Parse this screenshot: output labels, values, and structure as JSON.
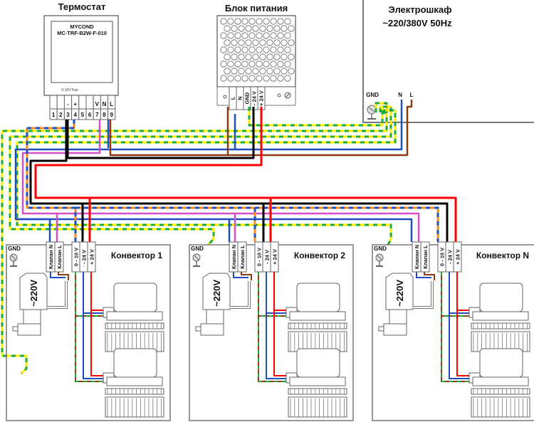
{
  "title": "Схема подключения конвекторов",
  "colors": {
    "brown": "#8b3a12",
    "blue": "#1f4fbf",
    "black": "#000000",
    "red": "#ff0000",
    "magenta": "#d24fc4",
    "orange": "#ff8c1a",
    "yellow": "#ffee00",
    "green": "#1faa3a",
    "outline": "#555555"
  },
  "thermostat": {
    "title": "Термостат",
    "brand": "MYCOND",
    "model": "MC-TRF-B2W-F-010",
    "fan_label": "0-10V Fan",
    "terminal_marks": [
      "",
      "",
      "-",
      "+",
      "",
      "",
      "V",
      "N",
      "L"
    ],
    "terminal_numbers": [
      "1",
      "2",
      "3",
      "4",
      "5",
      "6",
      "7",
      "8",
      "9"
    ]
  },
  "power_supply": {
    "title": "Блок питания",
    "terminals": [
      "L",
      "N",
      "GND",
      "- 24 V",
      "+ 24 V"
    ]
  },
  "cabinet": {
    "title": "Электрошкаф",
    "voltage": "~220/380V 50Hz",
    "terminals": [
      "GND",
      "N",
      "L"
    ]
  },
  "convectors": [
    {
      "title": "Конвектор 1",
      "gnd": "GND",
      "valve_n": "Клапан N",
      "valve_l": "Клапан L",
      "t_signal": "0 - 10 V",
      "t_minus": "- 24 V",
      "t_plus": "+ 24 V",
      "valve_voltage": "~220V"
    },
    {
      "title": "Конвектор 2",
      "gnd": "GND",
      "valve_n": "Клапан N",
      "valve_l": "Клапан L",
      "t_signal": "0 - 10 V",
      "t_minus": "- 24 V",
      "t_plus": "+ 24 V",
      "valve_voltage": "~220V"
    },
    {
      "title": "Конвектор N",
      "gnd": "GND",
      "valve_n": "Клапан N",
      "valve_l": "Клапан L",
      "t_signal": "0 - 10 V",
      "t_minus": "- 24 V",
      "t_plus": "+ 24 V",
      "valve_voltage": "~220V"
    }
  ]
}
